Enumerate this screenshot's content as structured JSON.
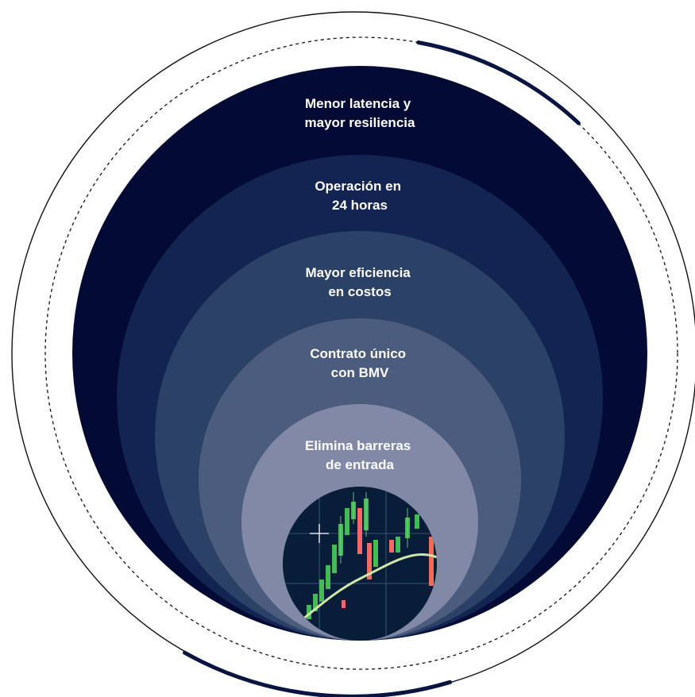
{
  "layers": [
    {
      "line1": "Menor latencia y",
      "line2": "mayor resiliencia",
      "color": "#030a33"
    },
    {
      "line1": "Operación en",
      "line2": "24 horas",
      "color": "#122452"
    },
    {
      "line1": "Mayor eficiencia",
      "line2": "en costos",
      "color": "#2b4166"
    },
    {
      "line1": "Contrato único",
      "line2": "con BMV",
      "color": "#4c5c7e"
    },
    {
      "line1": "Elimina barreras",
      "line2": "de entrada",
      "color": "#8189a7"
    }
  ],
  "center_image": {
    "icon": "trading-candlestick-chart-icon",
    "background": "#06162e",
    "bull_color": "#3fbf4f",
    "bear_color": "#ef6b5f",
    "trend_color": "#cfe6a8"
  },
  "frame": {
    "ring_color": "#111111",
    "accent_color": "#0a1440"
  }
}
